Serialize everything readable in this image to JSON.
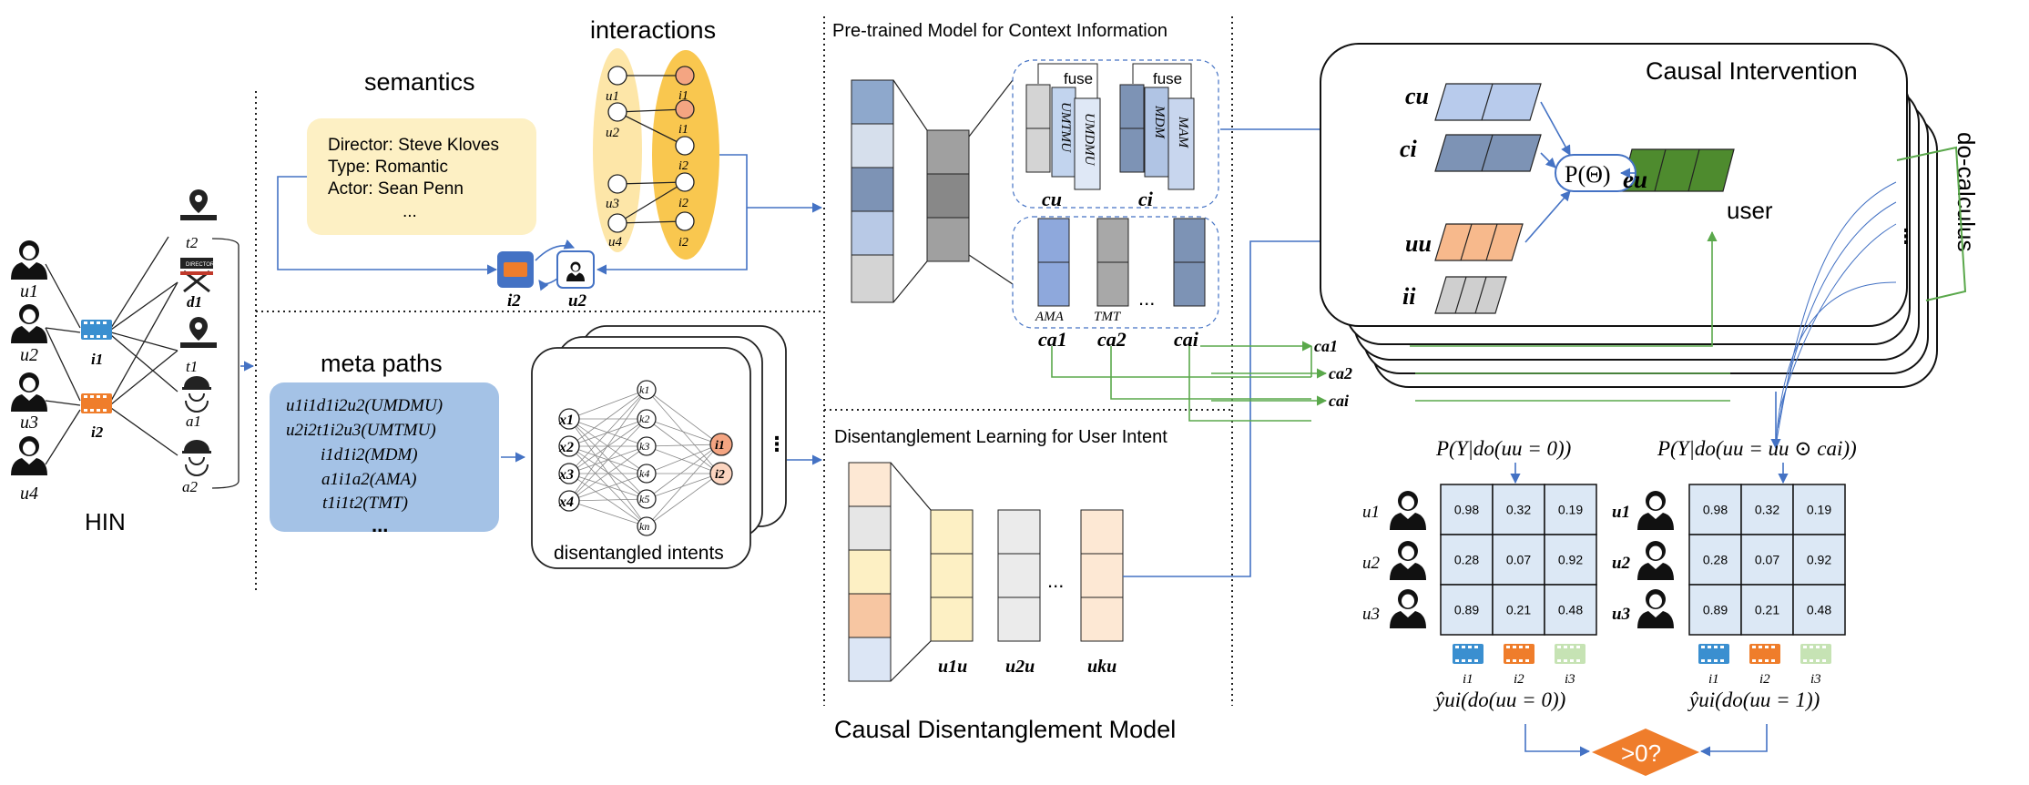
{
  "hin": {
    "label": "HIN",
    "users": [
      "u1",
      "u2",
      "u3",
      "u4"
    ],
    "items": [
      "i1",
      "i2"
    ],
    "entities": [
      "t2",
      "d1",
      "t1",
      "a1",
      "a2"
    ],
    "director_tag": "DIRECTOR"
  },
  "semantics": {
    "title": "semantics",
    "lines": [
      "Director: Steve Kloves",
      "Type: Romantic",
      "Actor: Sean Penn",
      "..."
    ],
    "item_label": "i2",
    "user_label": "u2"
  },
  "interactions": {
    "title": "interactions",
    "users": [
      "u1",
      "u2",
      "u3",
      "u4"
    ],
    "items": [
      "i1",
      "i1",
      "i2",
      "i2",
      "i2"
    ]
  },
  "meta_paths": {
    "title": "meta paths",
    "paths": [
      "u1i1d1i2u2(UMDMU)",
      "u2i2t1i2u3(UMTMU)",
      "i1d1i2(MDM)",
      "a1i1a2(AMA)",
      "t1i1t2(TMT)",
      "..."
    ]
  },
  "intents": {
    "label": "disentangled intents",
    "inputs": [
      "x1",
      "x2",
      "x3",
      "x4"
    ],
    "hidden": [
      "k1",
      "k2",
      "k3",
      "k4",
      "k5",
      "kn"
    ],
    "outputs": [
      "i1",
      "i2"
    ],
    "dots": "⋮"
  },
  "pretrained": {
    "title": "Pre-trained Model for Context Information",
    "fuse": "fuse",
    "stack_u": "UMDMU",
    "stack_u2": "UMTMU",
    "stack_i": "MAM",
    "stack_i2": "MDM",
    "cu": "cu",
    "ci": "ci",
    "ama": "AMA",
    "tmt": "TMT",
    "ca1": "ca1",
    "ca2": "ca2",
    "cai": "cai",
    "dots": "..."
  },
  "disentangle": {
    "title": "Disentanglement Learning for User Intent",
    "u1": "u1u",
    "u2": "u2u",
    "uk": "uku",
    "dots": "..."
  },
  "model_label": "Causal Disentanglement Model",
  "causal": {
    "title": "Causal Intervention",
    "cu": "cu",
    "ci": "ci",
    "uu": "uu",
    "ii": "ii",
    "ptheta": "P(Θ)",
    "eu": "eu",
    "user": "user",
    "do_calculus": "do-calculus",
    "ca1": "ca1",
    "ca2": "ca2",
    "cai": "cai",
    "dots": "⋮"
  },
  "matrix_left": {
    "title": "P(Y|do(uu = 0))",
    "rows": [
      "u1",
      "u2",
      "u3"
    ],
    "values": [
      [
        "0.98",
        "0.32",
        "0.19"
      ],
      [
        "0.28",
        "0.07",
        "0.92"
      ],
      [
        "0.89",
        "0.21",
        "0.48"
      ]
    ],
    "items": [
      "i1",
      "i2",
      "i3"
    ],
    "caption": "ŷui(do(uu = 0))"
  },
  "matrix_right": {
    "title": "P(Y|do(uu = uu ⊙ cai))",
    "rows": [
      "u1",
      "u2",
      "u3"
    ],
    "values": [
      [
        "0.98",
        "0.32",
        "0.19"
      ],
      [
        "0.28",
        "0.07",
        "0.92"
      ],
      [
        "0.89",
        "0.21",
        "0.48"
      ]
    ],
    "items": [
      "i1",
      "i2",
      "i3"
    ],
    "caption": "ŷui(do(uu = 1))"
  },
  "decision": ">0?",
  "colors": {
    "blue_arrow": "#4472c4",
    "green": "#5aa84b",
    "orange": "#f08a3c",
    "yellow": "#f9c74f",
    "cream": "#fdf0c4",
    "meta_blue": "#a4c2e6",
    "cell": "#dce8f5"
  }
}
